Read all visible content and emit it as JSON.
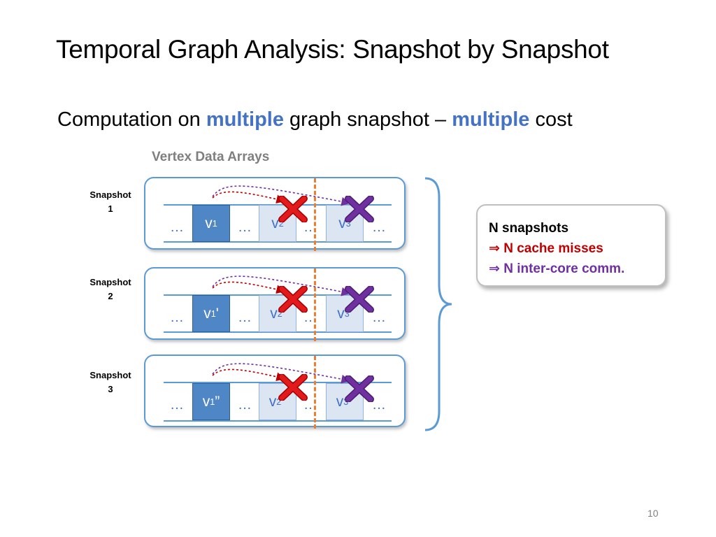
{
  "slide": {
    "title": "Temporal Graph Analysis: Snapshot by Snapshot",
    "subtitle_parts": [
      "Computation on ",
      "multiple",
      " graph snapshot – ",
      "multiple",
      " cost"
    ],
    "array_caption": "Vertex Data Arrays",
    "page_number": "10"
  },
  "snapshots": [
    {
      "label_line1": "Snapshot",
      "label_line2": "1",
      "v1": "v",
      "v1_sub": "1",
      "v1_mark": "",
      "v2": "v",
      "v2_sub": "2",
      "v2_mark": "",
      "v3": "v",
      "v3_sub": "3",
      "v3_mark": ""
    },
    {
      "label_line1": "Snapshot",
      "label_line2": "2",
      "v1": "v",
      "v1_sub": "1",
      "v1_mark": "'",
      "v2": "v",
      "v2_sub": "2",
      "v2_mark": "'",
      "v3": "v",
      "v3_sub": "3",
      "v3_mark": "'"
    },
    {
      "label_line1": "Snapshot",
      "label_line2": "3",
      "v1": "v",
      "v1_sub": "1",
      "v1_mark": "”",
      "v2": "v",
      "v2_sub": "2",
      "v2_mark": "”",
      "v3": "v",
      "v3_sub": "3",
      "v3_mark": "”"
    }
  ],
  "ellipsis": "…",
  "note": {
    "line1": "N snapshots",
    "line2_symbol": "⇒",
    "line2": "N cache misses",
    "line3_symbol": "⇒",
    "line3": "N inter-core comm."
  },
  "colors": {
    "accent_blue": "#4472c4",
    "cache_miss_red": "#c00000",
    "comm_purple": "#7030a0",
    "cross_red": "#e31a1c",
    "cross_purple": "#7030a0",
    "core_boundary_orange": "#ed7d31"
  }
}
